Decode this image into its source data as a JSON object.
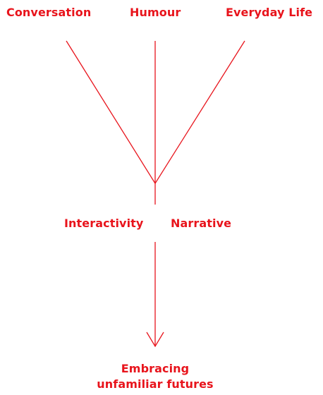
{
  "colors": {
    "accent": "#e8141c"
  },
  "nodes": {
    "conversation": "Conversation",
    "humour": "Humour",
    "everyday_life": "Everyday Life",
    "interactivity": "Interactivity",
    "narrative": "Narrative",
    "outcome_line1": "Embracing",
    "outcome_line2": "unfamiliar futures"
  }
}
